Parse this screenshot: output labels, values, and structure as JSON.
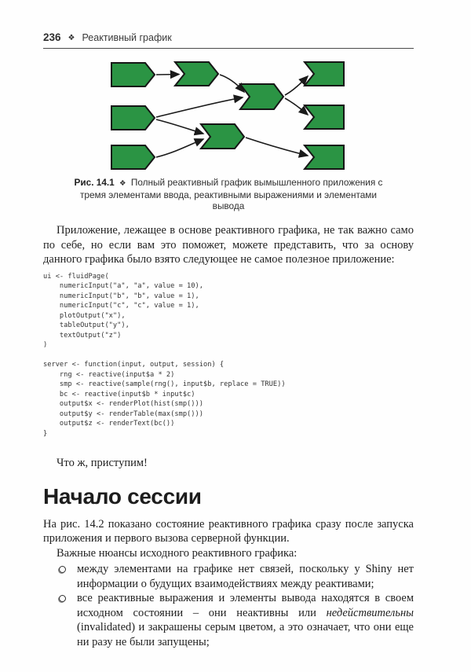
{
  "header": {
    "page_number": "236",
    "separator": "❖",
    "chapter_title": "Реактивный график"
  },
  "figure": {
    "caption_label": "Рис. 14.1",
    "caption_separator": "❖",
    "caption_text": "Полный реактивный график вымышленного приложения с тремя элементами ввода, реактивными выражениями и элементами вывода",
    "colors": {
      "node_fill": "#2b9444",
      "node_outline": "#161616",
      "edge": "#1a1a1a"
    }
  },
  "content": {
    "intro_paragraph": "Приложение, лежащее в основе реактивного графика, не так важно само по себе, но если вам это поможет, можете представить, что за основу данного графика было взято следующее не самое полезное приложение:",
    "lets_begin": "Что ж, приступим!"
  },
  "code": {
    "lines": [
      "ui <- fluidPage(",
      "    numericInput(\"a\", \"a\", value = 10),",
      "    numericInput(\"b\", \"b\", value = 1),",
      "    numericInput(\"c\", \"c\", value = 1),",
      "    plotOutput(\"x\"),",
      "    tableOutput(\"y\"),",
      "    textOutput(\"z\")",
      ")",
      "",
      "server <- function(input, output, session) {",
      "    rng <- reactive(input$a * 2)",
      "    smp <- reactive(sample(rng(), input$b, replace = TRUE))",
      "    bc <- reactive(input$b * input$c)",
      "    output$x <- renderPlot(hist(smp()))",
      "    output$y <- renderTable(max(smp()))",
      "    output$z <- renderText(bc())",
      "}"
    ]
  },
  "section": {
    "heading": "Начало сессии",
    "paragraph1": "На рис. 14.2 показано состояние реактивного графика сразу после запуска приложения и первого вызова серверной функции.",
    "paragraph2": "Важные нюансы исходного реактивного графика:",
    "bullets": {
      "item1": "между элементами на графике нет связей, поскольку у Shiny нет информации о будущих взаимодействиях между реактивами;",
      "item2_pre": "все реактивные выражения и элементы вывода находятся в своем исходном состоянии – они неактивны или ",
      "item2_italic": "недействительны",
      "item2_post": " (invalidated) и закрашены серым цветом, а это означает, что они еще ни разу не были запущены;"
    }
  }
}
